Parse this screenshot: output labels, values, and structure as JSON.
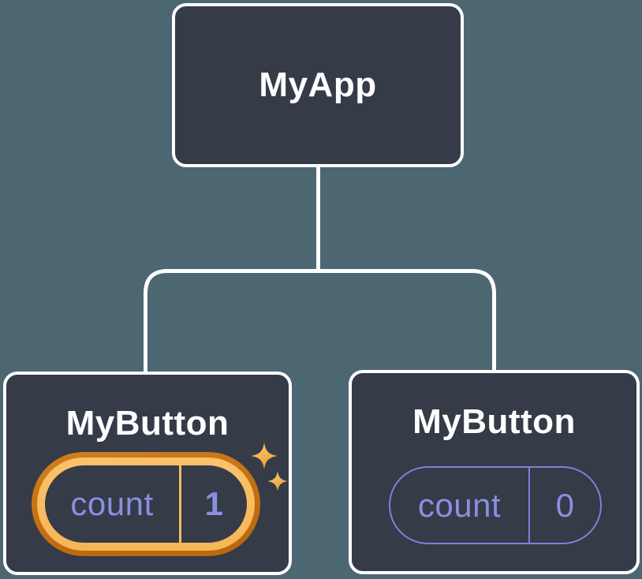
{
  "diagram": {
    "description": "React component tree diagram",
    "root": {
      "label": "MyApp"
    },
    "children": [
      {
        "label": "MyButton",
        "state": {
          "key": "count",
          "value": "1"
        },
        "highlighted": true,
        "icon": "sparkles-icon"
      },
      {
        "label": "MyButton",
        "state": {
          "key": "count",
          "value": "0"
        },
        "highlighted": false
      }
    ],
    "colors": {
      "background": "#4C6771",
      "node_fill": "#353B47",
      "node_border": "#FFFFFF",
      "connector": "#FFFFFF",
      "label_text": "#FFFFFF",
      "state_text_purple": "#8A8FE2",
      "pill_outline_purple": "#7B82DB",
      "highlight_ring_outer": "#C4701A",
      "highlight_ring_inner": "#F9BC62",
      "sparkle_gold": "#F7BA5C"
    }
  }
}
